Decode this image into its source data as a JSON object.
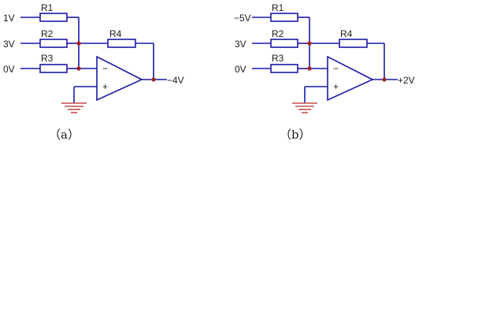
{
  "circuits": [
    {
      "resistors": [
        "R1",
        "R2",
        "R3",
        "R4"
      ],
      "inputs": [
        "1V",
        "3V",
        "0V"
      ],
      "output": "−4V",
      "inverting_sign": "−",
      "noninverting_sign": "+",
      "caption": "（a）"
    },
    {
      "resistors": [
        "R1",
        "R2",
        "R3",
        "R4"
      ],
      "inputs": [
        "−5V",
        "3V",
        "0V"
      ],
      "output": "+2V",
      "inverting_sign": "−",
      "noninverting_sign": "+",
      "caption": "（b）"
    }
  ],
  "colors": {
    "wire": "#1a1aa8",
    "junction": "#a0261e",
    "ground": "#c0504d"
  }
}
